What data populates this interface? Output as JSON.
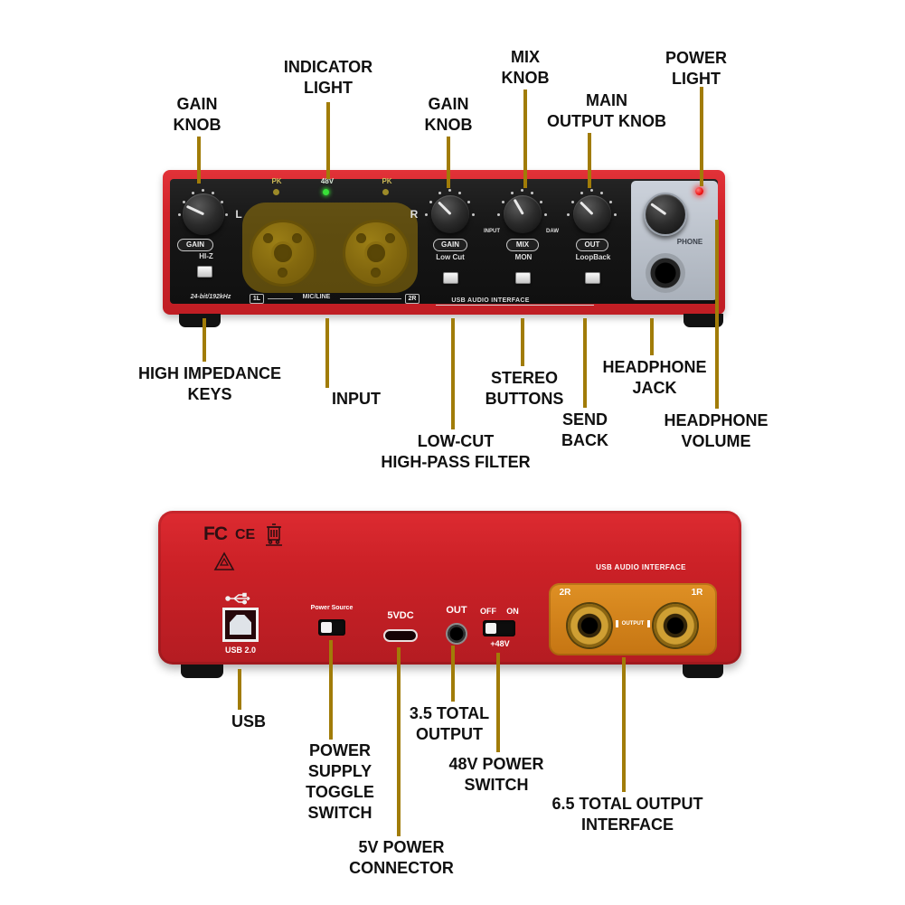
{
  "colors": {
    "leader_line": "#a17c08",
    "device_red": "#d2242b",
    "panel_black": "#161616",
    "gold_highlight": "#a8840a",
    "back_gold": "#d08a1e"
  },
  "front_callouts": {
    "gain_knob_left": "GAIN\nKNOB",
    "indicator_light": "INDICATOR\nLIGHT",
    "gain_knob_mid": "GAIN\nKNOB",
    "mix_knob": "MIX\nKNOB",
    "main_output_knob": "MAIN\nOUTPUT KNOB",
    "power_light": "POWER\nLIGHT",
    "high_impedance_keys": "HIGH IMPEDANCE\nKEYS",
    "input": "INPUT",
    "stereo_buttons": "STEREO\nBUTTONS",
    "headphone_jack": "HEADPHONE\nJACK",
    "low_cut_filter": "LOW-CUT\nHIGH-PASS FILTER",
    "send_back": "SEND\nBACK",
    "headphone_volume": "HEADPHONE\nVOLUME"
  },
  "back_callouts": {
    "usb": "USB",
    "power_supply_toggle_switch": "POWER\nSUPPLY\nTOGGLE\nSWITCH",
    "power_connector_5v": "5V POWER\nCONNECTOR",
    "total_output_35": "3.5 TOTAL\nOUTPUT",
    "power_switch_48v": "48V POWER\nSWITCH",
    "total_output_65": "6.5 TOTAL OUTPUT\nINTERFACE"
  },
  "front_panel": {
    "pk_left": "PK",
    "phantom_48v": "48V",
    "pk_right": "PK",
    "gain_tag_left": "GAIN",
    "hi_z": "HI-Z",
    "left_ch": "L",
    "right_ch": "R",
    "bit_rate": "24-bit/192kHz",
    "ch_1l": "1L",
    "mic_line": "MIC/LINE",
    "ch_2r": "2R",
    "gain_tag_mid": "GAIN",
    "low_cut": "Low Cut",
    "input_small": "INPUT",
    "daw_small": "DAW",
    "mix_tag": "MIX",
    "mon": "MON",
    "out_tag": "OUT",
    "loopback": "LoopBack",
    "usb_audio_interface": "USB AUDIO INTERFACE",
    "phone": "PHONE"
  },
  "back_panel": {
    "fcc": "FC",
    "ce": "CE",
    "usb_2_0": "USB 2.0",
    "power_source": "Power Source",
    "vdc_5": "5VDC",
    "out": "OUT",
    "off": "OFF",
    "on": "ON",
    "plus_48v": "+48V",
    "usb_audio_interface": "USB AUDIO INTERFACE",
    "ch_2r": "2R",
    "ch_1r": "1R",
    "output": "OUTPUT"
  }
}
